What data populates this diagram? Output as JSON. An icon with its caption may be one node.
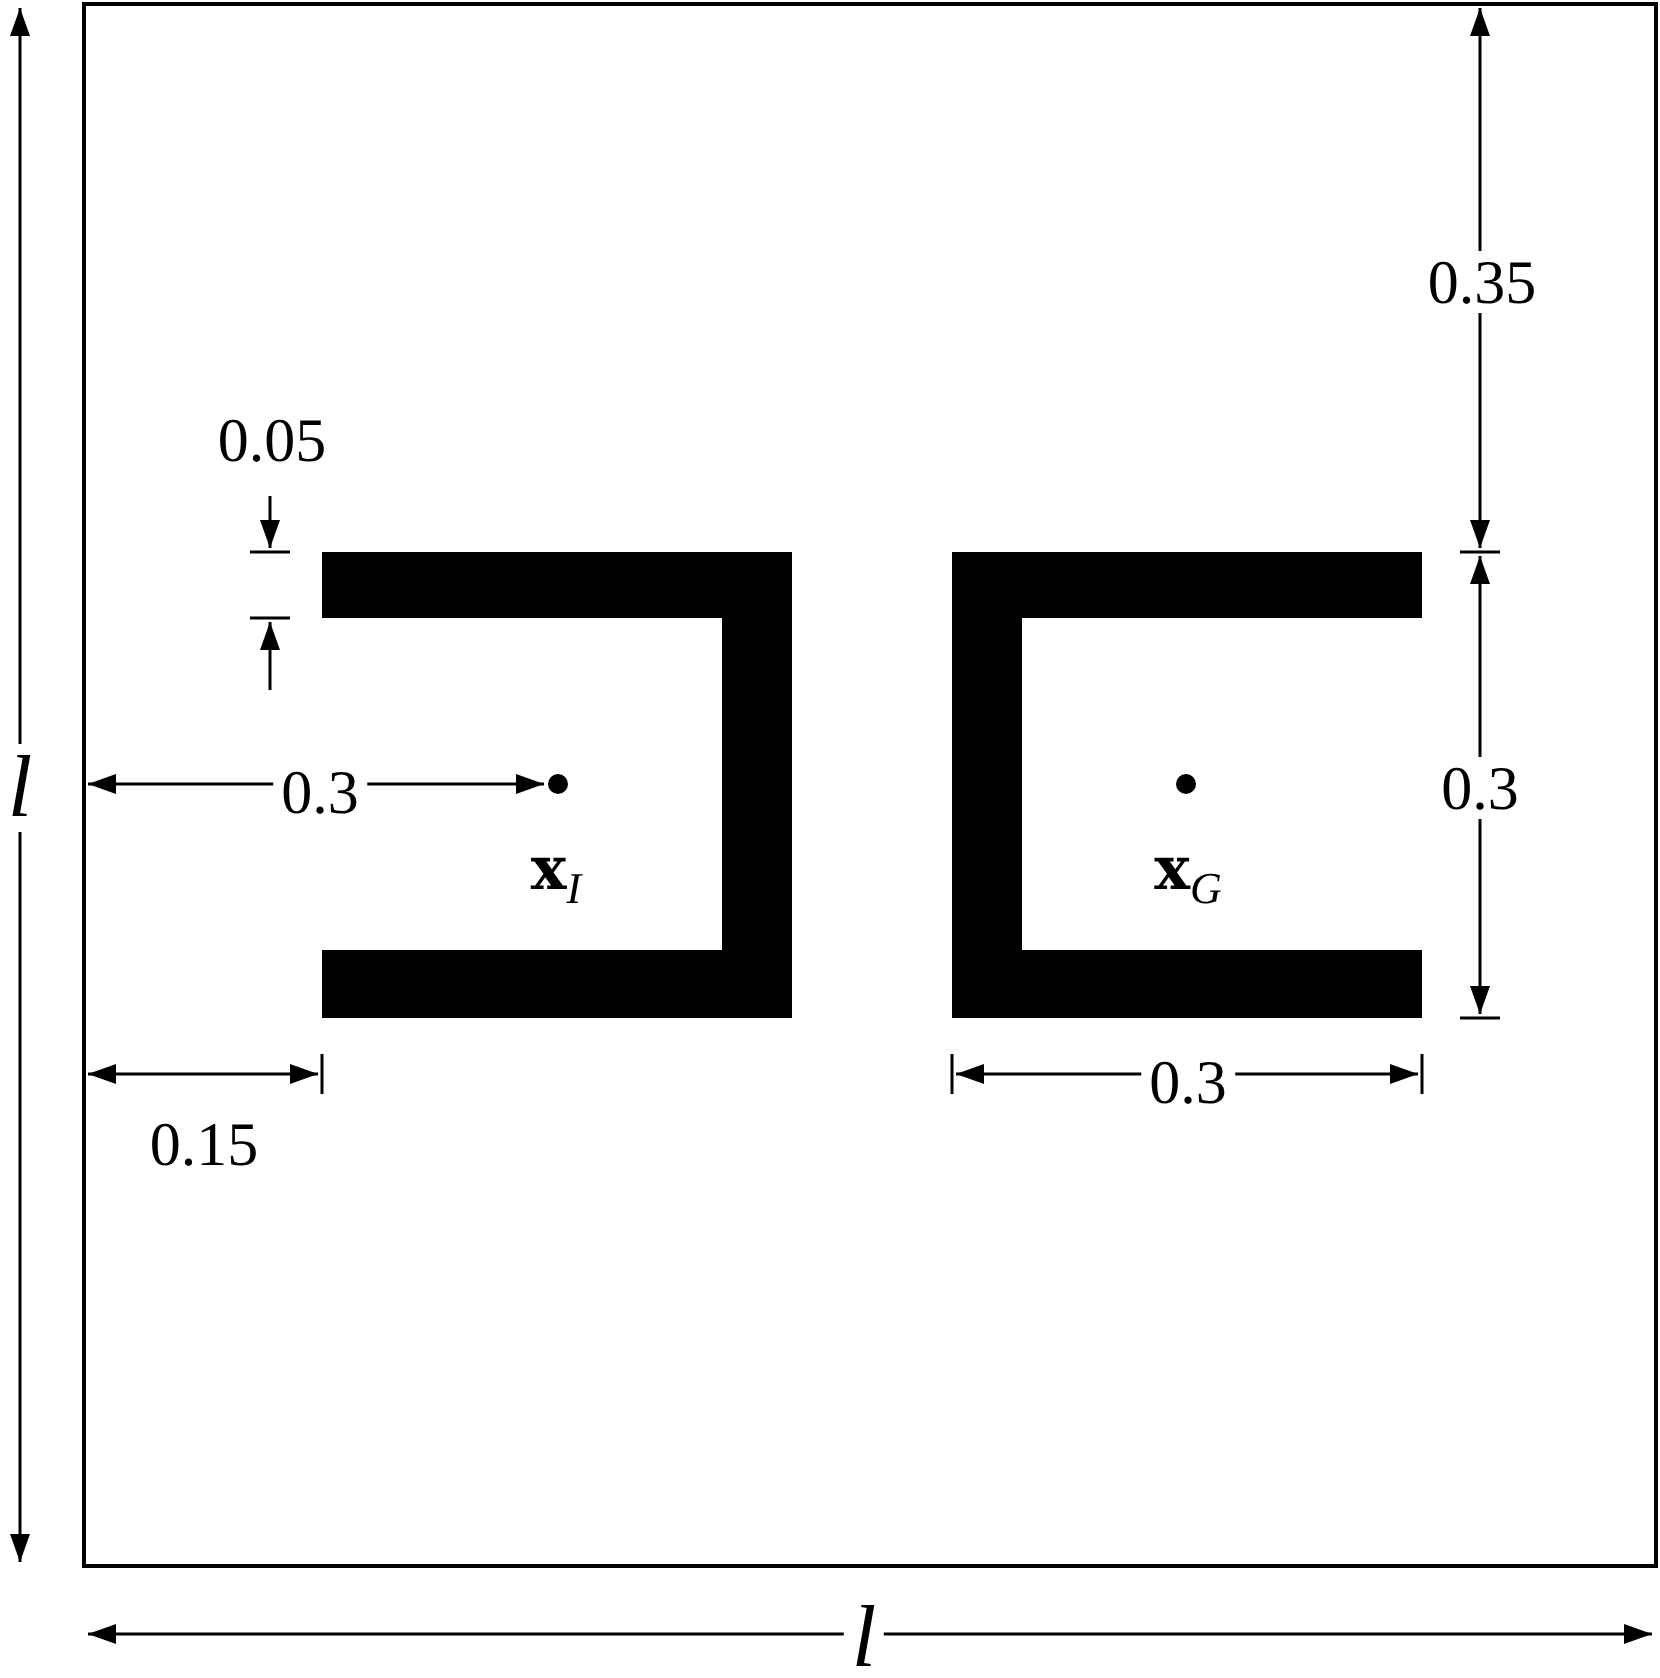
{
  "diagram": {
    "labels": [
      "0.35",
      "0.05",
      "l",
      "0.3",
      "0.3",
      "**x**$_{I}$",
      "**x**$_{G}$",
      "0.15",
      "0.3",
      "l"
    ]
  }
}
